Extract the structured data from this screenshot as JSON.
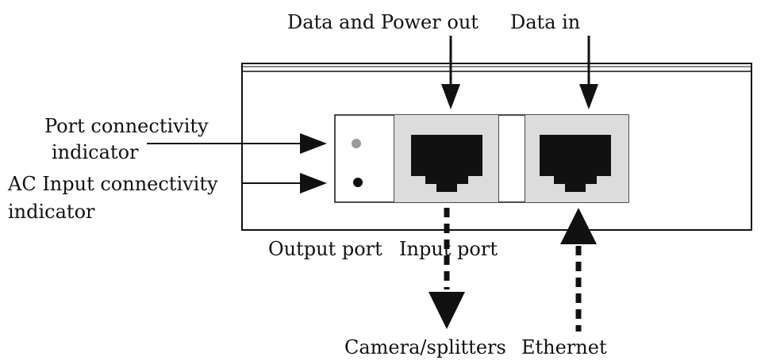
{
  "labels": {
    "top_output": "Data and Power out",
    "top_input": "Data in",
    "port_indicator_line1": "Port connectivity",
    "port_indicator_line2": "indicator",
    "ac_indicator_line1": "AC Input connectivity",
    "ac_indicator_line2": "indicator",
    "output_port": "Output port",
    "input_port": "Input port",
    "bottom_output": "Camera/splitters",
    "bottom_input": "Ethernet"
  },
  "colors": {
    "ink": "#111111",
    "port_fill": "#dcdcdc",
    "indicator_port": "#9a9a9a",
    "indicator_ac": "#111111"
  }
}
